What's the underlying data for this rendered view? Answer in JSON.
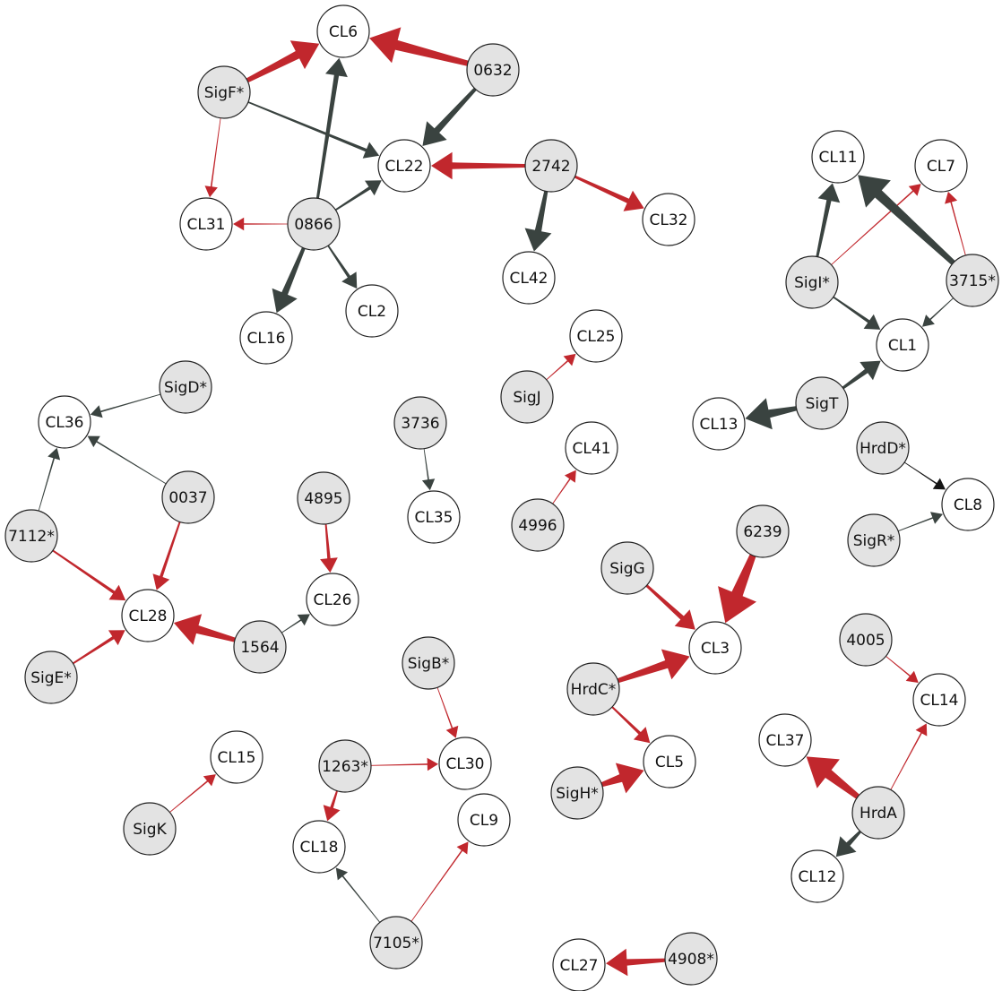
{
  "colors": {
    "activation": "#c1272d",
    "repression": "#3a4340",
    "dark": "#151515",
    "regulator_fill": "#e3e3e3",
    "target_fill": "#ffffff",
    "node_stroke": "#222222"
  },
  "nodes": [
    {
      "id": "CL6",
      "label": "CL6",
      "kind": "target"
    },
    {
      "id": "0632",
      "label": "0632",
      "kind": "regulator"
    },
    {
      "id": "SigF*",
      "label": "SigF*",
      "kind": "regulator"
    },
    {
      "id": "CL22",
      "label": "CL22",
      "kind": "target"
    },
    {
      "id": "2742",
      "label": "2742",
      "kind": "regulator"
    },
    {
      "id": "CL31",
      "label": "CL31",
      "kind": "target"
    },
    {
      "id": "0866",
      "label": "0866",
      "kind": "regulator"
    },
    {
      "id": "CL32",
      "label": "CL32",
      "kind": "target"
    },
    {
      "id": "CL42",
      "label": "CL42",
      "kind": "target"
    },
    {
      "id": "CL16",
      "label": "CL16",
      "kind": "target"
    },
    {
      "id": "CL2",
      "label": "CL2",
      "kind": "target"
    },
    {
      "id": "CL11",
      "label": "CL11",
      "kind": "target"
    },
    {
      "id": "CL7",
      "label": "CL7",
      "kind": "target"
    },
    {
      "id": "SigI*",
      "label": "SigI*",
      "kind": "regulator"
    },
    {
      "id": "3715*",
      "label": "3715*",
      "kind": "regulator"
    },
    {
      "id": "CL1",
      "label": "CL1",
      "kind": "target"
    },
    {
      "id": "SigT",
      "label": "SigT",
      "kind": "regulator"
    },
    {
      "id": "CL13",
      "label": "CL13",
      "kind": "target"
    },
    {
      "id": "HrdD*",
      "label": "HrdD*",
      "kind": "regulator"
    },
    {
      "id": "CL8",
      "label": "CL8",
      "kind": "target"
    },
    {
      "id": "SigR*",
      "label": "SigR*",
      "kind": "regulator"
    },
    {
      "id": "CL25",
      "label": "CL25",
      "kind": "target"
    },
    {
      "id": "SigJ",
      "label": "SigJ",
      "kind": "regulator"
    },
    {
      "id": "CL41",
      "label": "CL41",
      "kind": "target"
    },
    {
      "id": "4996",
      "label": "4996",
      "kind": "regulator"
    },
    {
      "id": "3736",
      "label": "3736",
      "kind": "regulator"
    },
    {
      "id": "CL35",
      "label": "CL35",
      "kind": "target"
    },
    {
      "id": "SigD*",
      "label": "SigD*",
      "kind": "regulator"
    },
    {
      "id": "CL36",
      "label": "CL36",
      "kind": "target"
    },
    {
      "id": "0037",
      "label": "0037",
      "kind": "regulator"
    },
    {
      "id": "7112*",
      "label": "7112*",
      "kind": "regulator"
    },
    {
      "id": "4895",
      "label": "4895",
      "kind": "regulator"
    },
    {
      "id": "CL26",
      "label": "CL26",
      "kind": "target"
    },
    {
      "id": "CL28",
      "label": "CL28",
      "kind": "target"
    },
    {
      "id": "1564",
      "label": "1564",
      "kind": "regulator"
    },
    {
      "id": "SigE*",
      "label": "SigE*",
      "kind": "regulator"
    },
    {
      "id": "6239",
      "label": "6239",
      "kind": "regulator"
    },
    {
      "id": "SigG",
      "label": "SigG",
      "kind": "regulator"
    },
    {
      "id": "CL3",
      "label": "CL3",
      "kind": "target"
    },
    {
      "id": "HrdC*",
      "label": "HrdC*",
      "kind": "regulator"
    },
    {
      "id": "CL5",
      "label": "CL5",
      "kind": "target"
    },
    {
      "id": "SigH*",
      "label": "SigH*",
      "kind": "regulator"
    },
    {
      "id": "4005",
      "label": "4005",
      "kind": "regulator"
    },
    {
      "id": "CL14",
      "label": "CL14",
      "kind": "target"
    },
    {
      "id": "CL37",
      "label": "CL37",
      "kind": "target"
    },
    {
      "id": "HrdA",
      "label": "HrdA",
      "kind": "regulator"
    },
    {
      "id": "CL12",
      "label": "CL12",
      "kind": "target"
    },
    {
      "id": "SigB*",
      "label": "SigB*",
      "kind": "regulator"
    },
    {
      "id": "1263*",
      "label": "1263*",
      "kind": "regulator"
    },
    {
      "id": "CL30",
      "label": "CL30",
      "kind": "target"
    },
    {
      "id": "CL15",
      "label": "CL15",
      "kind": "target"
    },
    {
      "id": "SigK",
      "label": "SigK",
      "kind": "regulator"
    },
    {
      "id": "CL18",
      "label": "CL18",
      "kind": "target"
    },
    {
      "id": "CL9",
      "label": "CL9",
      "kind": "target"
    },
    {
      "id": "7105*",
      "label": "7105*",
      "kind": "regulator"
    },
    {
      "id": "CL27",
      "label": "CL27",
      "kind": "target"
    },
    {
      "id": "4908*",
      "label": "4908*",
      "kind": "regulator"
    }
  ],
  "edges": [
    {
      "from": "SigF*",
      "to": "CL6",
      "type": "activation",
      "weight": 5
    },
    {
      "from": "0632",
      "to": "CL6",
      "type": "activation",
      "weight": 6
    },
    {
      "from": "0632",
      "to": "CL22",
      "type": "repression",
      "weight": 4
    },
    {
      "from": "SigF*",
      "to": "CL22",
      "type": "repression",
      "weight": 2
    },
    {
      "from": "SigF*",
      "to": "CL31",
      "type": "activation",
      "weight": 1
    },
    {
      "from": "0866",
      "to": "CL6",
      "type": "repression",
      "weight": 3
    },
    {
      "from": "0866",
      "to": "CL22",
      "type": "repression",
      "weight": 2
    },
    {
      "from": "0866",
      "to": "CL31",
      "type": "activation",
      "weight": 1
    },
    {
      "from": "0866",
      "to": "CL16",
      "type": "repression",
      "weight": 4
    },
    {
      "from": "0866",
      "to": "CL2",
      "type": "repression",
      "weight": 2
    },
    {
      "from": "2742",
      "to": "CL22",
      "type": "activation",
      "weight": 4
    },
    {
      "from": "2742",
      "to": "CL32",
      "type": "activation",
      "weight": 3
    },
    {
      "from": "2742",
      "to": "CL42",
      "type": "repression",
      "weight": 4
    },
    {
      "from": "SigI*",
      "to": "CL11",
      "type": "repression",
      "weight": 3
    },
    {
      "from": "SigI*",
      "to": "CL7",
      "type": "activation",
      "weight": 1
    },
    {
      "from": "3715*",
      "to": "CL11",
      "type": "repression",
      "weight": 6
    },
    {
      "from": "3715*",
      "to": "CL7",
      "type": "activation",
      "weight": 1
    },
    {
      "from": "SigI*",
      "to": "CL1",
      "type": "repression",
      "weight": 2
    },
    {
      "from": "3715*",
      "to": "CL1",
      "type": "repression",
      "weight": 1
    },
    {
      "from": "SigT",
      "to": "CL1",
      "type": "repression",
      "weight": 3
    },
    {
      "from": "SigT",
      "to": "CL13",
      "type": "repression",
      "weight": 5
    },
    {
      "from": "HrdD*",
      "to": "CL8",
      "type": "dark",
      "weight": 1
    },
    {
      "from": "SigR*",
      "to": "CL8",
      "type": "repression",
      "weight": 1
    },
    {
      "from": "SigJ",
      "to": "CL25",
      "type": "activation",
      "weight": 1
    },
    {
      "from": "4996",
      "to": "CL41",
      "type": "activation",
      "weight": 1
    },
    {
      "from": "3736",
      "to": "CL35",
      "type": "repression",
      "weight": 1
    },
    {
      "from": "SigD*",
      "to": "CL36",
      "type": "repression",
      "weight": 1
    },
    {
      "from": "0037",
      "to": "CL36",
      "type": "repression",
      "weight": 1
    },
    {
      "from": "7112*",
      "to": "CL36",
      "type": "repression",
      "weight": 1
    },
    {
      "from": "0037",
      "to": "CL28",
      "type": "activation",
      "weight": 2
    },
    {
      "from": "7112*",
      "to": "CL28",
      "type": "activation",
      "weight": 2
    },
    {
      "from": "SigE*",
      "to": "CL28",
      "type": "activation",
      "weight": 2
    },
    {
      "from": "1564",
      "to": "CL28",
      "type": "activation",
      "weight": 5
    },
    {
      "from": "1564",
      "to": "CL26",
      "type": "repression",
      "weight": 1
    },
    {
      "from": "4895",
      "to": "CL26",
      "type": "activation",
      "weight": 2
    },
    {
      "from": "6239",
      "to": "CL3",
      "type": "activation",
      "weight": 7
    },
    {
      "from": "SigG",
      "to": "CL3",
      "type": "activation",
      "weight": 3
    },
    {
      "from": "HrdC*",
      "to": "CL3",
      "type": "activation",
      "weight": 5
    },
    {
      "from": "HrdC*",
      "to": "CL5",
      "type": "activation",
      "weight": 2
    },
    {
      "from": "SigH*",
      "to": "CL5",
      "type": "activation",
      "weight": 5
    },
    {
      "from": "4005",
      "to": "CL14",
      "type": "activation",
      "weight": 1
    },
    {
      "from": "HrdA",
      "to": "CL14",
      "type": "activation",
      "weight": 1
    },
    {
      "from": "HrdA",
      "to": "CL37",
      "type": "activation",
      "weight": 6
    },
    {
      "from": "HrdA",
      "to": "CL12",
      "type": "repression",
      "weight": 3
    },
    {
      "from": "SigB*",
      "to": "CL30",
      "type": "activation",
      "weight": 1
    },
    {
      "from": "1263*",
      "to": "CL30",
      "type": "activation",
      "weight": 1
    },
    {
      "from": "1263*",
      "to": "CL18",
      "type": "activation",
      "weight": 2
    },
    {
      "from": "SigK",
      "to": "CL15",
      "type": "activation",
      "weight": 1
    },
    {
      "from": "7105*",
      "to": "CL18",
      "type": "repression",
      "weight": 1
    },
    {
      "from": "7105*",
      "to": "CL9",
      "type": "activation",
      "weight": 1
    },
    {
      "from": "4908*",
      "to": "CL27",
      "type": "activation",
      "weight": 4
    }
  ]
}
